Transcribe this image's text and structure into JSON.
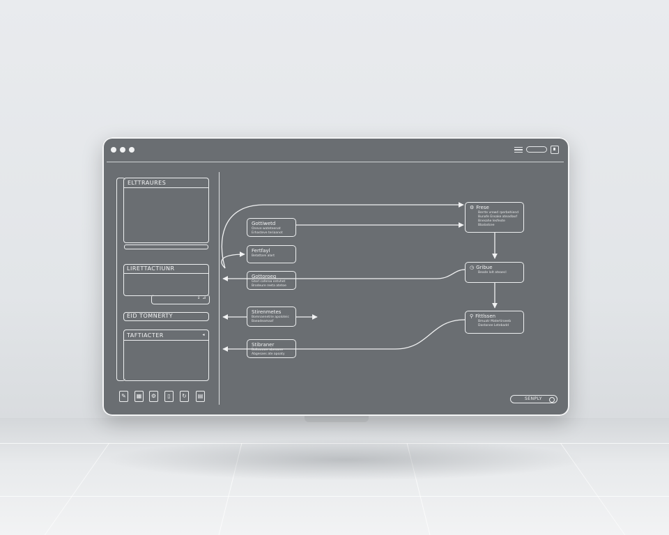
{
  "window": {
    "controls": [
      "close-dot",
      "minimize-dot",
      "maximize-dot"
    ],
    "toolbar_icons": [
      "menu-icon",
      "search-pill-icon",
      "export-icon"
    ]
  },
  "sidebar": {
    "panels": [
      {
        "label": "ELTTRAURES",
        "footer": ""
      },
      {
        "label": "LIRETTACTIUNR",
        "footer": "↓ ⊿"
      },
      {
        "label": "EID TOMNERTY",
        "footer": ""
      },
      {
        "label": "TAFTIACTER",
        "footer": "◂"
      }
    ],
    "toolbar": [
      "note-icon",
      "calendar-icon",
      "gear-icon",
      "clipboard-icon",
      "refresh-icon",
      "document-icon"
    ]
  },
  "flow": {
    "left_nodes": [
      {
        "title": "Gottiwetd",
        "sub": [
          "Oneve wateteenat",
          "Erhasteve teriaanot"
        ]
      },
      {
        "title": "Fertfayl",
        "sub": [
          "Betattare alart"
        ]
      },
      {
        "title": "Gottoroeg",
        "sub": [
          "Gtorl caferoa entvhet",
          "Brodeure reeta atetoe"
        ]
      },
      {
        "title": "Stirenmetes",
        "sub": [
          "Bomnaenetrie apoloteic",
          "Baeadeamaaf"
        ]
      },
      {
        "title": "Stibraner",
        "sub": [
          "Boltuouwe abeswee",
          "Abgesaes ate apoaty"
        ]
      }
    ],
    "right_nodes": [
      {
        "icon": "⚙",
        "title": "Frese",
        "sub": [
          "Berrte vrewd rperbehiend",
          "Bunafe Ensake ateadlaof",
          "Bnesahe lesfeote",
          "Bbaladcee"
        ]
      },
      {
        "icon": "◷",
        "title": "Gribue",
        "sub": [
          "Beade lolt ateaecl"
        ]
      },
      {
        "icon": "⚲",
        "title": "Fittlssen",
        "sub": [
          "Bmuatr Matertiroeeb",
          "Dastanee Letebadd"
        ]
      }
    ]
  },
  "footer": {
    "search_label": "SENPLY"
  }
}
